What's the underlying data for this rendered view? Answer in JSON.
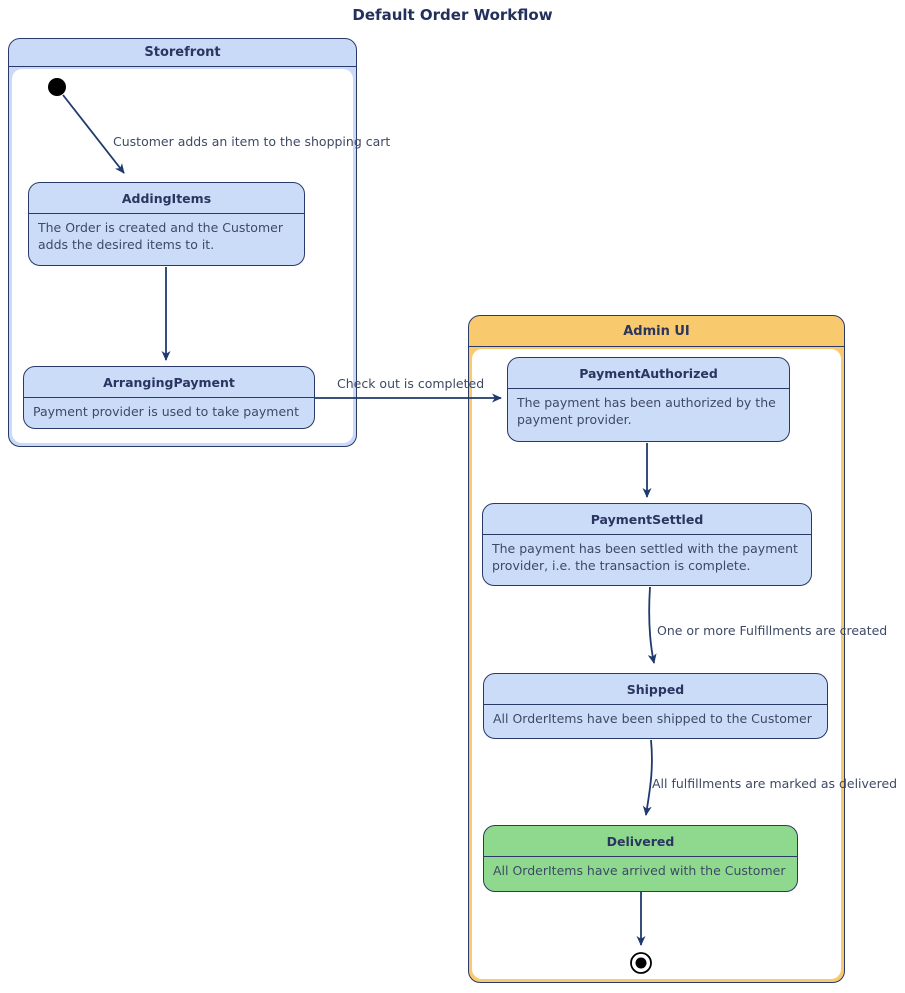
{
  "title": "Default Order Workflow",
  "colors": {
    "state_fill_blue": "#cbdcf9",
    "state_fill_green": "#8fd98e",
    "container_header_blue": "#c9d9f8",
    "container_header_orange": "#f9c96e",
    "border_navy": "#2a3a68",
    "arrow_navy": "#1f3a6d",
    "title_text": "#22305c",
    "body_text": "#3d4a66",
    "initial_final_black": "#000000"
  },
  "containers": {
    "storefront": {
      "label": "Storefront"
    },
    "admin_ui": {
      "label": "Admin UI"
    }
  },
  "states": {
    "adding_items": {
      "title": "AddingItems",
      "description": "The Order is created and the Customer adds the desired items to it."
    },
    "arranging_payment": {
      "title": "ArrangingPayment",
      "description": "Payment provider is used to take payment"
    },
    "payment_authorized": {
      "title": "PaymentAuthorized",
      "description": "The payment has been authorized by the payment provider."
    },
    "payment_settled": {
      "title": "PaymentSettled",
      "description": "The payment has been settled with the payment provider, i.e. the transaction is complete."
    },
    "shipped": {
      "title": "Shipped",
      "description": "All OrderItems have been shipped to the Customer"
    },
    "delivered": {
      "title": "Delivered",
      "description": "All OrderItems have arrived with the Customer"
    }
  },
  "transitions": {
    "add_item": {
      "label": "Customer adds an item to the shopping cart"
    },
    "checkout": {
      "label": "Check out is completed"
    },
    "fulfillments_created": {
      "label": "One or more Fulfillments are created"
    },
    "marked_delivered": {
      "label": "All fulfillments are marked as delivered"
    }
  }
}
